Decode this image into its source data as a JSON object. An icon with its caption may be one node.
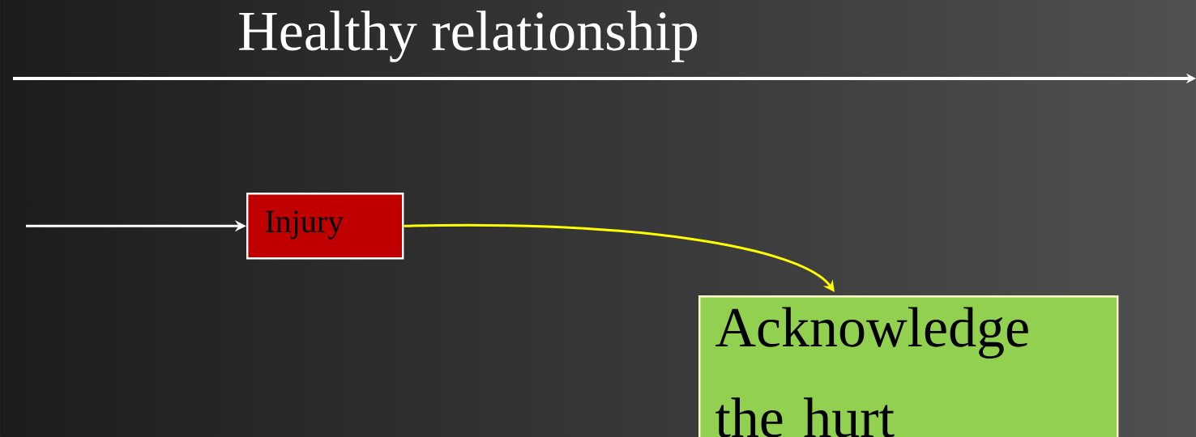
{
  "diagram": {
    "title": "Healthy relationship",
    "nodes": [
      {
        "text": [
          "Injury"
        ]
      },
      {
        "text": [
          "Acknowledge the hurt"
        ]
      }
    ],
    "edges": [
      {
        "from": null,
        "to": 0,
        "arrow": "to"
      },
      {
        "from": 0,
        "to": 1,
        "arrow": "to",
        "color": "#ffff00"
      }
    ]
  }
}
